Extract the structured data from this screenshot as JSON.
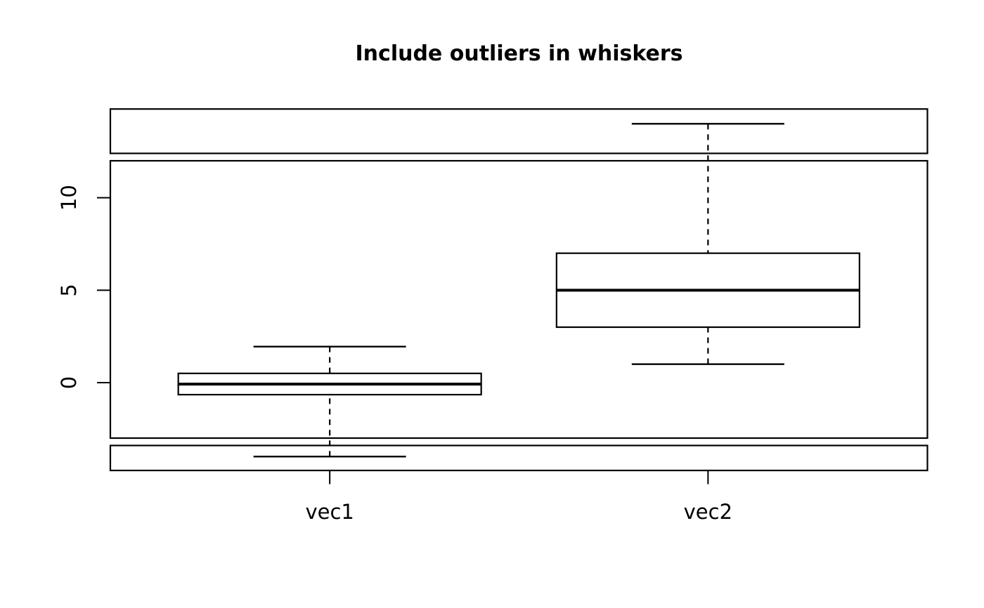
{
  "page": {
    "background_color": "#ffffff"
  },
  "chart_data": {
    "type": "boxplot",
    "title": "Include outliers in whiskers",
    "orientation": "vertical",
    "categories": [
      "vec1",
      "vec2"
    ],
    "series": [
      {
        "name": "vec1",
        "whisker_low": -4.0,
        "q1": -0.65,
        "median": -0.08,
        "q3": 0.5,
        "whisker_high": 1.95,
        "outliers": []
      },
      {
        "name": "vec2",
        "whisker_low": 1,
        "q1": 3,
        "median": 5,
        "q3": 7,
        "whisker_high": 14,
        "outliers": []
      }
    ],
    "xlabel": "",
    "ylabel": "",
    "y_ticks": [
      {
        "value": 0,
        "label": "0"
      },
      {
        "value": 5,
        "label": "5"
      },
      {
        "value": 10,
        "label": "10"
      }
    ],
    "x_range": [
      0.42,
      2.58
    ],
    "panels": {
      "main": {
        "y_min": -3,
        "y_max": 12
      },
      "top_break": {
        "y_min": 12.4,
        "y_max": 14.8
      },
      "bottom_break": {
        "y_min": -4.75,
        "y_max": -3.4
      }
    },
    "grid": false,
    "legend": "none",
    "whisker_line_style": "dashed",
    "box_fill": "none",
    "stroke_color": "#000000",
    "text_color": "#000000"
  }
}
